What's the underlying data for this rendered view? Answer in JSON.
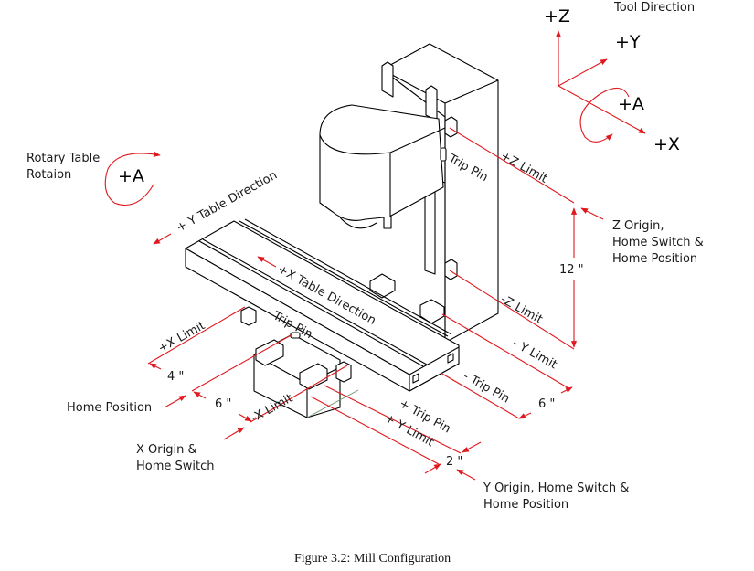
{
  "figure": {
    "caption": "Figure 3.2: Mill Configuration",
    "colors": {
      "annotation": "#e0191e",
      "drawing": "#000000",
      "background": "#ffffff"
    }
  },
  "axes_legend": {
    "title": "Tool Direction",
    "z": "+Z",
    "y": "+Y",
    "a": "+A",
    "x": "+X"
  },
  "rotary": {
    "label_line1": "Rotary Table",
    "label_line2": "Rotaion",
    "axis": "+A"
  },
  "table_directions": {
    "y": "+ Y Table Direction",
    "x": "+X Table Direction"
  },
  "z_axis": {
    "trip_pin": "Trip Pin",
    "plus_limit": "+Z Limit",
    "minus_limit": "-Z Limit",
    "travel": "12 \"",
    "origin_line1": "Z Origin,",
    "origin_line2": "Home Switch &",
    "origin_line3": "Home Position"
  },
  "x_axis": {
    "plus_limit": "+X Limit",
    "trip_pin": "Trip Pin",
    "minus_limit": "-X Limit",
    "dim_a": "4 \"",
    "dim_b": "6 \"",
    "home_position": "Home Position",
    "origin_line1": "X Origin &",
    "origin_line2": "Home Switch"
  },
  "y_axis": {
    "minus_limit": "- Y Limit",
    "minus_trip_pin": "- Trip Pin",
    "plus_trip_pin": "+ Trip Pin",
    "plus_limit": "+ Y Limit",
    "dim_a": "6 \"",
    "dim_b": "2 \"",
    "origin_line1": "Y Origin, Home Switch &",
    "origin_line2": "Home Position"
  }
}
